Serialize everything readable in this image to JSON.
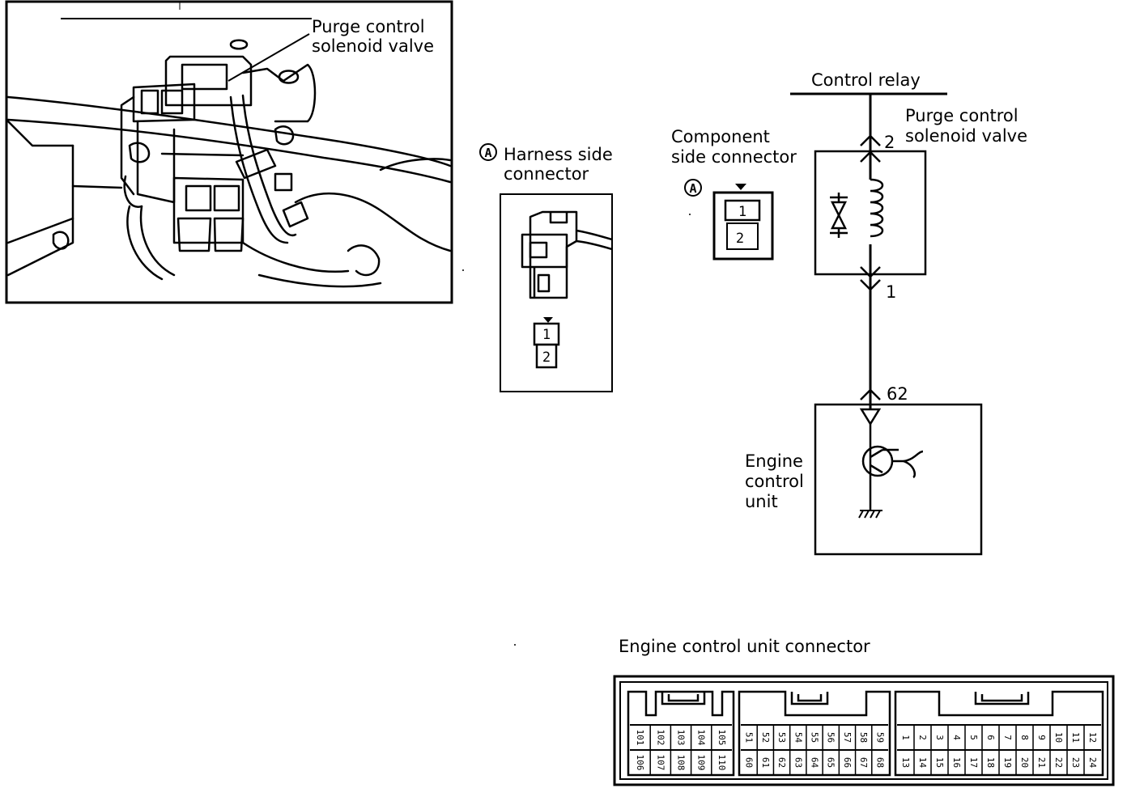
{
  "photo": {
    "label_line1": "Purge control",
    "label_line2": "solenoid valve"
  },
  "harness": {
    "marker": "A",
    "label_line1": "Harness side",
    "label_line2": "connector",
    "pin1": "1",
    "pin2": "2"
  },
  "component": {
    "marker": "A",
    "label_line1": "Component",
    "label_line2": "side connector",
    "pin1": "1",
    "pin2": "2"
  },
  "schematic": {
    "relay_label": "Control relay",
    "valve_line1": "Purge control",
    "valve_line2": "solenoid valve",
    "terminal_top": "2",
    "terminal_bottom": "1",
    "terminal_ecu": "62",
    "ecu_line1": "Engine",
    "ecu_line2": "control",
    "ecu_line3": "unit"
  },
  "ecu_connector": {
    "title": "Engine control unit connector",
    "left_top": [
      "101",
      "102",
      "103",
      "104",
      "105"
    ],
    "left_bottom": [
      "106",
      "107",
      "108",
      "109",
      "110"
    ],
    "mid_top": [
      "51",
      "52",
      "53",
      "54",
      "55",
      "56",
      "57",
      "58",
      "59"
    ],
    "mid_bottom": [
      "60",
      "61",
      "62",
      "63",
      "64",
      "65",
      "66",
      "67",
      "68"
    ],
    "right_top": [
      "1",
      "2",
      "3",
      "4",
      "5",
      "6",
      "7",
      "8",
      "9",
      "10",
      "11",
      "12"
    ],
    "right_bottom": [
      "13",
      "14",
      "15",
      "16",
      "17",
      "18",
      "19",
      "20",
      "21",
      "22",
      "23",
      "24"
    ]
  }
}
